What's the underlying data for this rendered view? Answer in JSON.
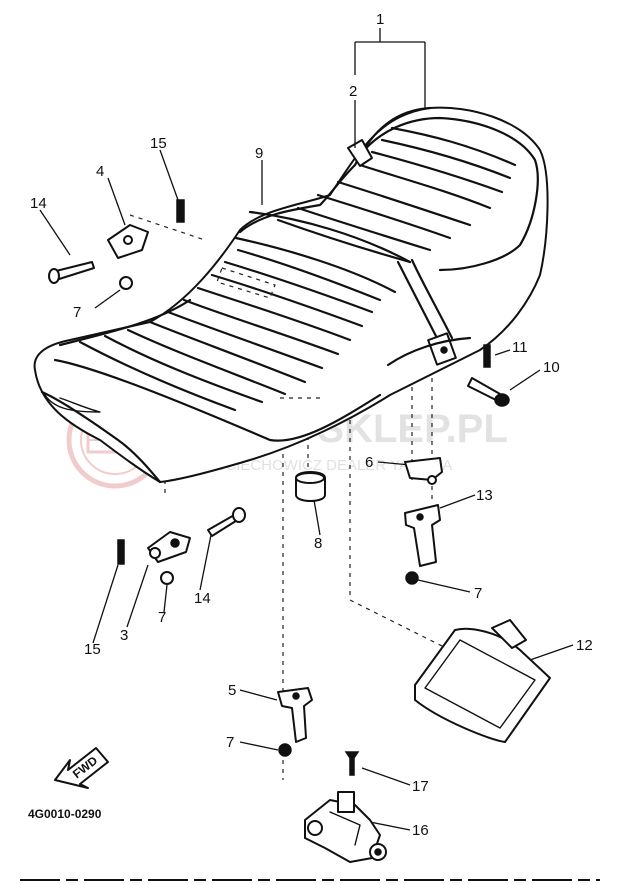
{
  "diagram": {
    "callouts": {
      "c1": "1",
      "c2": "2",
      "c3": "3",
      "c4": "4",
      "c5": "5",
      "c6": "6",
      "c7a": "7",
      "c7b": "7",
      "c7c": "7",
      "c7d": "7",
      "c8": "8",
      "c9": "9",
      "c10": "10",
      "c11": "11",
      "c12": "12",
      "c13": "13",
      "c14a": "14",
      "c14b": "14",
      "c15a": "15",
      "c15b": "15",
      "c16": "16",
      "c17": "17"
    },
    "part_code": "4G0010-0290",
    "fwd_label": "FWD",
    "watermark": {
      "brand": "YAMA-SKLEP.PL",
      "tagline": "WOJCIECHOWICZ DEALER YAMAHA",
      "color": "#e0a0a0"
    }
  }
}
